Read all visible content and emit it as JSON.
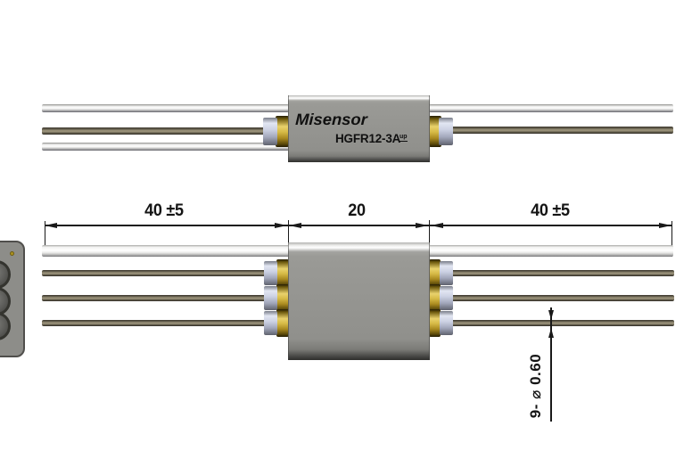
{
  "side_view": {
    "brand": "Misensor",
    "model": "HGFR12-3A",
    "orientation_mark": "up"
  },
  "dimensions": {
    "left_lead_length": "40 ±5",
    "body_length": "20",
    "right_lead_length": "40 ±5",
    "lead_diameter": "9- ⌀ 0.60"
  },
  "colors": {
    "body_gray": "#90908c",
    "brass_terminal": "#d6ba46",
    "collar_silver": "#ccd1e3",
    "lead_bronze": "#a59c83",
    "lead_silver": "#ffffff",
    "drafting_line": "#191919",
    "background": "#ffffff"
  }
}
